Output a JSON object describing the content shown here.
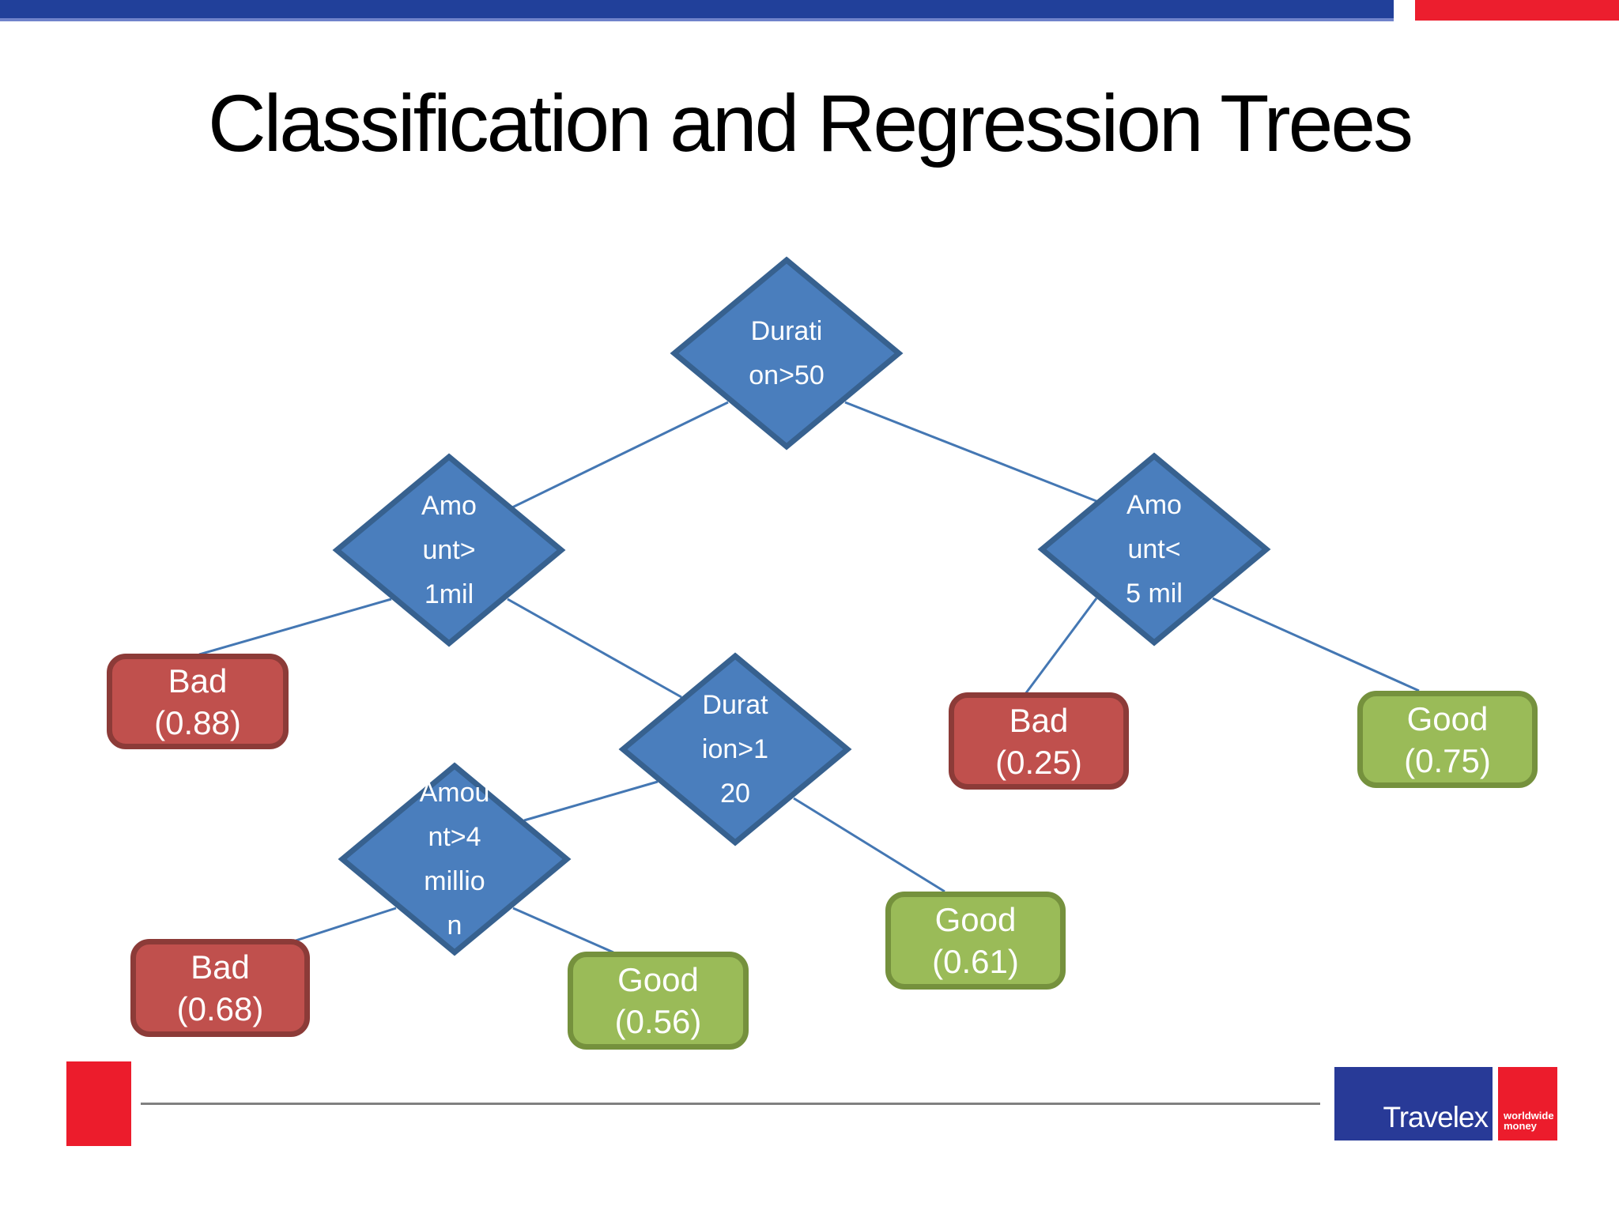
{
  "slide": {
    "title": "Classification and Regression Trees"
  },
  "colors": {
    "bar_blue": "#21409A",
    "bar_blue_edge": "#7083CB",
    "bar_red": "#EC1E2E",
    "diamond_fill": "#4A7EBD",
    "diamond_border": "#37618F",
    "bad_fill": "#C0504D",
    "bad_border": "#8C3B38",
    "good_fill": "#9ABB58",
    "good_border": "#75913D",
    "connector": "#4477B3",
    "title_color": "#000000",
    "node_text": "#FFFFFF",
    "divider_gray": "#808080",
    "logo_blue": "#283A97",
    "logo_red": "#EC1C2C"
  },
  "tree": {
    "decision_nodes": {
      "root": {
        "label": "Duration>50",
        "lines": [
          "Durati",
          "on>50"
        ]
      },
      "amount_gt_1mil": {
        "label": "Amount>1mil",
        "lines": [
          "Amo",
          "unt>",
          "1mil"
        ]
      },
      "amount_lt_5mil": {
        "label": "Amount<5 mil",
        "lines": [
          "Amo",
          "unt<",
          "5 mil"
        ]
      },
      "duration_gt_120": {
        "label": "Duration>120",
        "lines": [
          "Durat",
          "ion>1",
          "20"
        ]
      },
      "amount_gt_4million": {
        "label": "Amount>4 million",
        "lines": [
          "Amou",
          "nt>4",
          "millio",
          "n"
        ]
      }
    },
    "leaf_nodes": {
      "bad_088": {
        "outcome": "Bad",
        "probability": "(0.88)"
      },
      "bad_025": {
        "outcome": "Bad",
        "probability": "(0.25)"
      },
      "good_075": {
        "outcome": "Good",
        "probability": "(0.75)"
      },
      "good_061": {
        "outcome": "Good",
        "probability": "(0.61)"
      },
      "good_056": {
        "outcome": "Good",
        "probability": "(0.56)"
      },
      "bad_068": {
        "outcome": "Bad",
        "probability": "(0.68)"
      }
    },
    "edges": [
      {
        "from": "root",
        "to": "amount_gt_1mil"
      },
      {
        "from": "root",
        "to": "amount_lt_5mil"
      },
      {
        "from": "amount_gt_1mil",
        "to": "bad_088"
      },
      {
        "from": "amount_gt_1mil",
        "to": "duration_gt_120"
      },
      {
        "from": "duration_gt_120",
        "to": "amount_gt_4million"
      },
      {
        "from": "duration_gt_120",
        "to": "good_061"
      },
      {
        "from": "amount_gt_4million",
        "to": "bad_068"
      },
      {
        "from": "amount_gt_4million",
        "to": "good_056"
      },
      {
        "from": "amount_lt_5mil",
        "to": "bad_025"
      },
      {
        "from": "amount_lt_5mil",
        "to": "good_075"
      }
    ]
  },
  "branding": {
    "wordmark": "Travelex",
    "tagline_line1": "worldwide",
    "tagline_line2": "money"
  }
}
